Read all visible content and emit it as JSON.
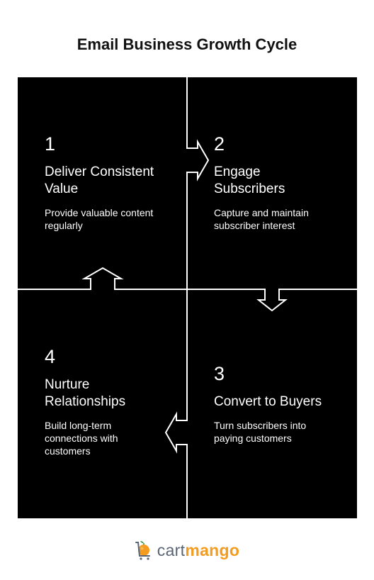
{
  "title": "Email Business Growth Cycle",
  "colors": {
    "panel": "#000000",
    "lines": "#ffffff",
    "brand_gray": "#5a6576",
    "brand_orange": "#f39c1f"
  },
  "steps": [
    {
      "number": "1",
      "title_line1": "Deliver Consistent",
      "title_line2": "Value",
      "desc_line1": "Provide valuable content",
      "desc_line2": "regularly"
    },
    {
      "number": "2",
      "title_line1": "Engage",
      "title_line2": "Subscribers",
      "desc_line1": "Capture and maintain",
      "desc_line2": "subscriber interest"
    },
    {
      "number": "3",
      "title_line1": "Convert to Buyers",
      "desc_line1": "Turn subscribers into",
      "desc_line2": "paying customers"
    },
    {
      "number": "4",
      "title_line1": "Nurture",
      "title_line2": "Relationships",
      "desc_line1": "Build long-term",
      "desc_line2": "connections with",
      "desc_line3": "customers"
    }
  ],
  "footer": {
    "brand_part1": "cart",
    "brand_part2": "mango",
    "logo_icon": "orange-fruit-cart-icon"
  }
}
